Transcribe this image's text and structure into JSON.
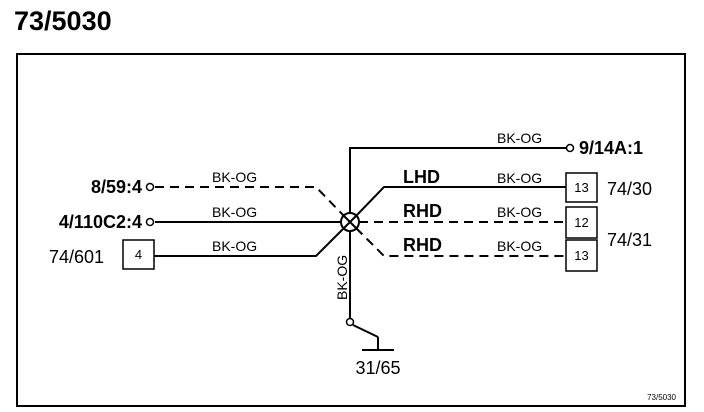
{
  "title": "73/5030",
  "connectors": {
    "left_8_59_4": "8/59:4",
    "left_4_110c2_4": "4/110C2:4",
    "left_74_601": "74/601",
    "left_74_601_pin": "4",
    "top_right_9_14a_1": "9/14A:1",
    "right_74_30": "74/30",
    "right_74_30_pin": "13",
    "right_74_31": "74/31",
    "right_74_31_pin_a": "12",
    "right_74_31_pin_b": "13",
    "ground": "31/65"
  },
  "wires": {
    "color_code": "BK-OG"
  },
  "variants": {
    "lhd": "LHD",
    "rhd_1": "RHD",
    "rhd_2": "RHD"
  },
  "footer_ref": "73/5030"
}
